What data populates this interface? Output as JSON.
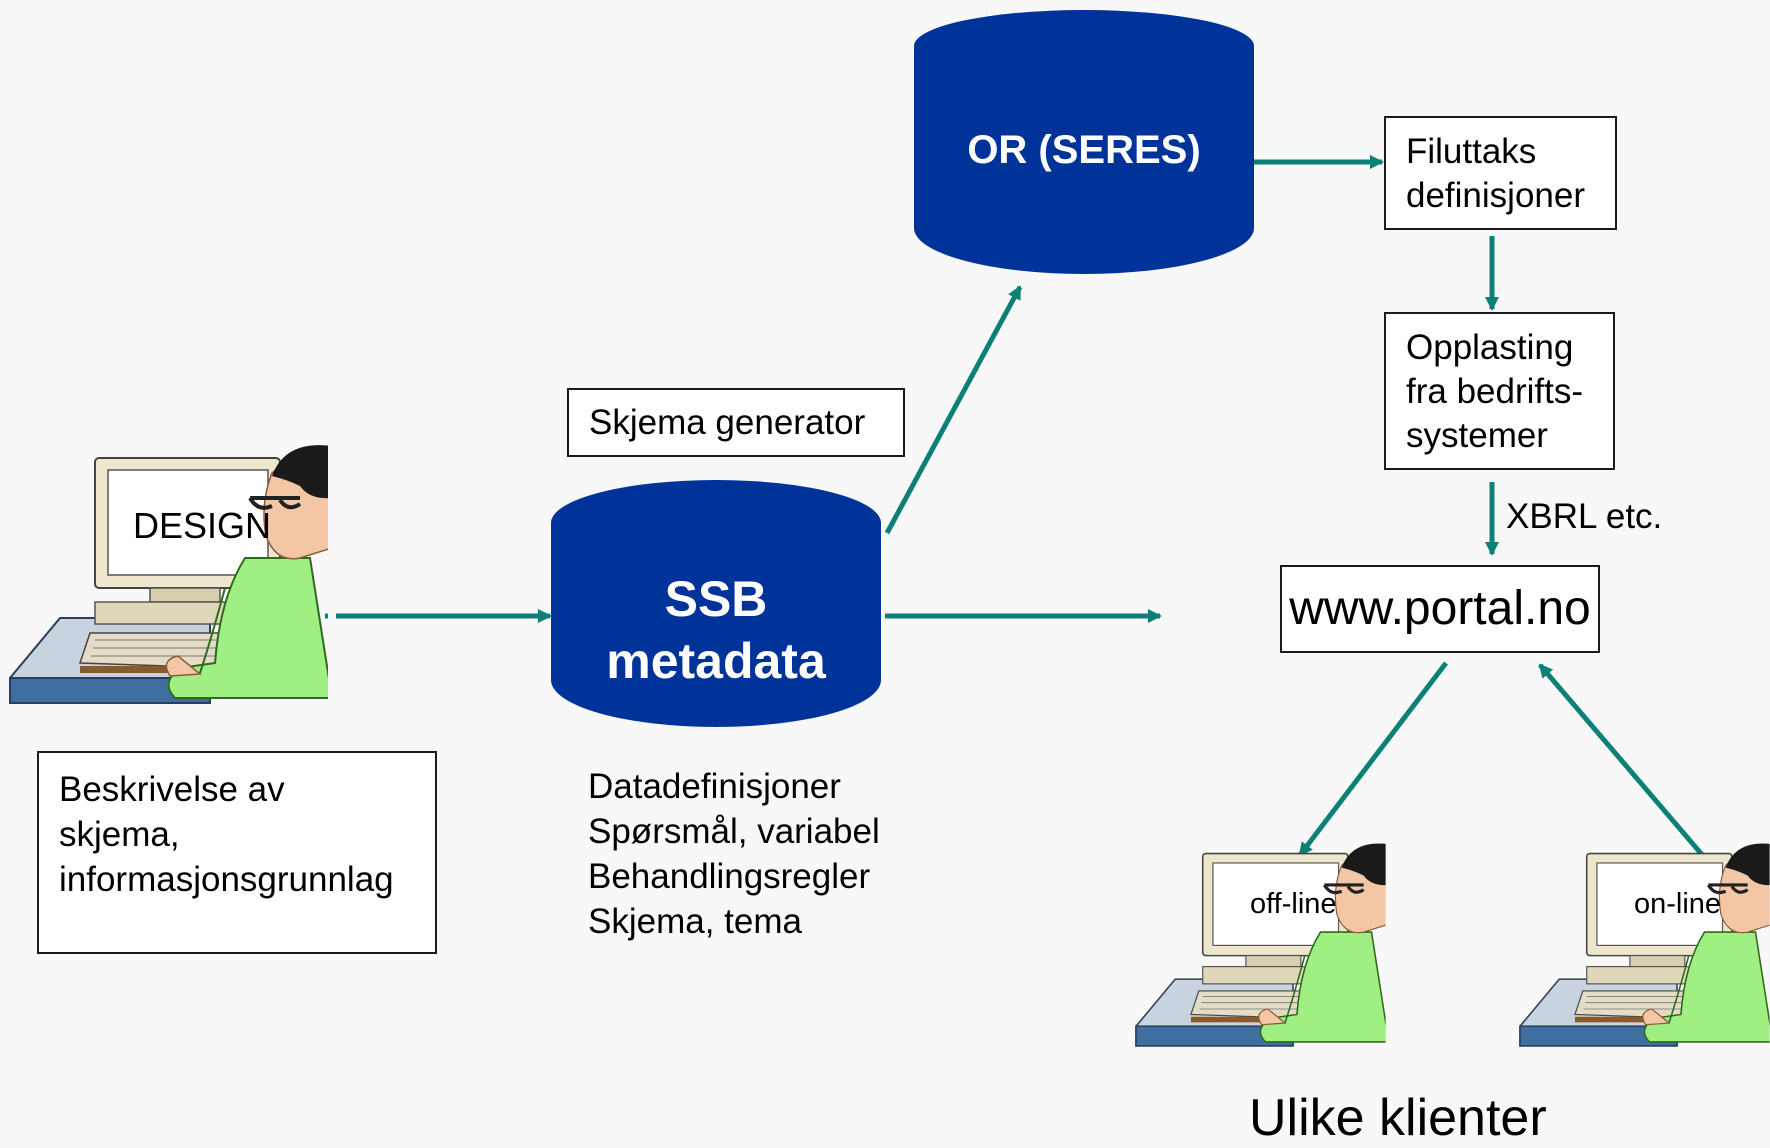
{
  "databases": {
    "or_seres": {
      "label": "OR (SERES)"
    },
    "ssb_metadata": {
      "label_lines": [
        "SSB",
        "metadata"
      ]
    }
  },
  "boxes": {
    "filuttak": {
      "lines": [
        "Filuttaks",
        "definisjoner"
      ]
    },
    "opplasting": {
      "lines": [
        "Opplasting",
        "fra bedrifts-",
        "systemer"
      ]
    },
    "skjema_generator": {
      "text": "Skjema generator"
    },
    "portal": {
      "text": "www.portal.no"
    },
    "beskrivelse": {
      "lines": [
        "Beskrivelse av",
        "skjema,",
        "informasjonsgrunnlag"
      ]
    }
  },
  "labels": {
    "xbrl": "XBRL etc.",
    "datadefinisjoner": [
      "Datadefinisjoner",
      "Spørsmål, variabel",
      "Behandlingsregler",
      "Skjema, tema"
    ],
    "ulike_klienter": "Ulike klienter"
  },
  "workstations": {
    "design": "DESIGN",
    "offline": "off-line",
    "online": "on-line"
  },
  "colors": {
    "database_fill": "#00339a",
    "arrow": "#0b8077",
    "box_border": "#1a1a1a",
    "shirt": "#9fef82",
    "monitor": "#efe7cd",
    "desk": "#3f6fa0",
    "hair": "#1a1a1a",
    "skin": "#f3c7a5"
  }
}
